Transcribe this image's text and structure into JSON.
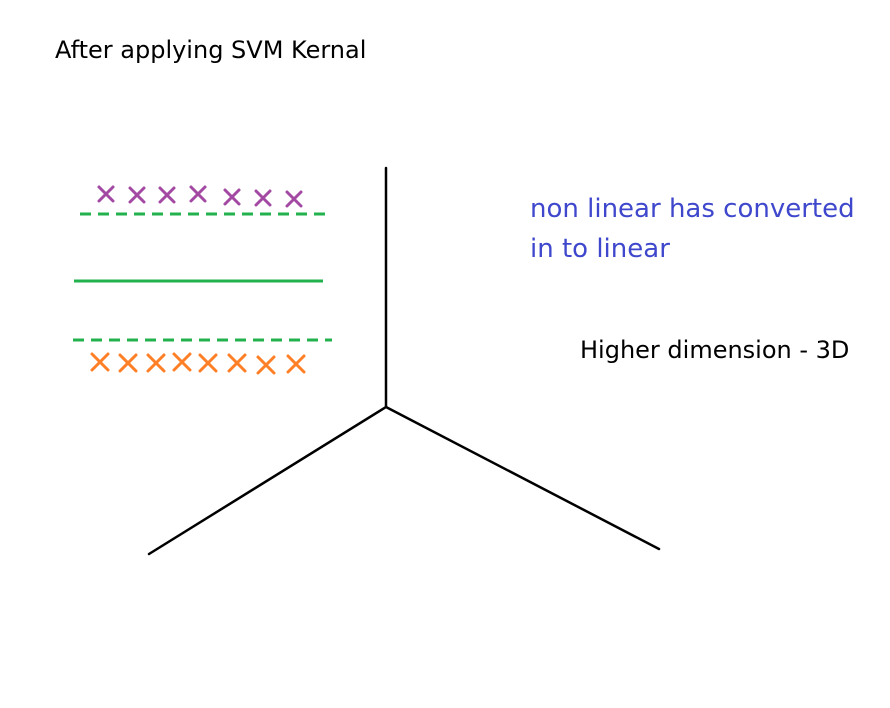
{
  "title": "After applying SVM Kernal",
  "annotation": {
    "line1": "non linear has converted",
    "line2": "in to linear"
  },
  "dimension_label": "Higher dimension - 3D",
  "classes": [
    {
      "name": "",
      "color": "#a349a4",
      "marker": "x",
      "count": 7
    },
    {
      "name": "",
      "color": "#ff7f27",
      "marker": "x",
      "count": 8
    }
  ],
  "lines": {
    "hyperplane_color": "#22b14c",
    "margin_style": "dashed",
    "axes_color": "#000000",
    "annotation_color": "#3f48cc"
  }
}
